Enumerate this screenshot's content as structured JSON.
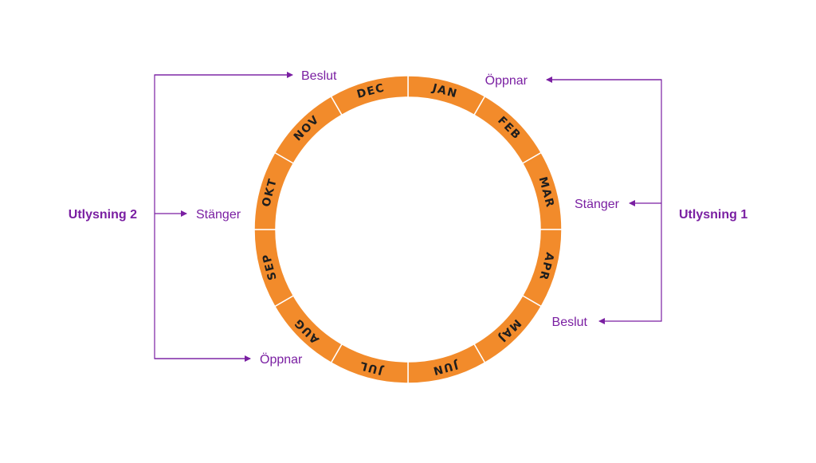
{
  "colors": {
    "ring": "#F28B2B",
    "ring_divider": "#FFFFFF",
    "month_text": "#1E1E1E",
    "accent": "#7A1FA2",
    "muted_text": "#7A1FA2"
  },
  "months": [
    "JAN",
    "FEB",
    "MAR",
    "APR",
    "MAJ",
    "JUN",
    "JUL",
    "AUG",
    "SEP",
    "OKT",
    "NOV",
    "DEC"
  ],
  "utlysning_1": {
    "label": "Utlysning 1",
    "events": {
      "opens": "Öppnar",
      "closes": "Stänger",
      "decision": "Beslut"
    }
  },
  "utlysning_2": {
    "label": "Utlysning 2",
    "events": {
      "decision": "Beslut",
      "closes": "Stänger",
      "opens": "Öppnar"
    }
  }
}
